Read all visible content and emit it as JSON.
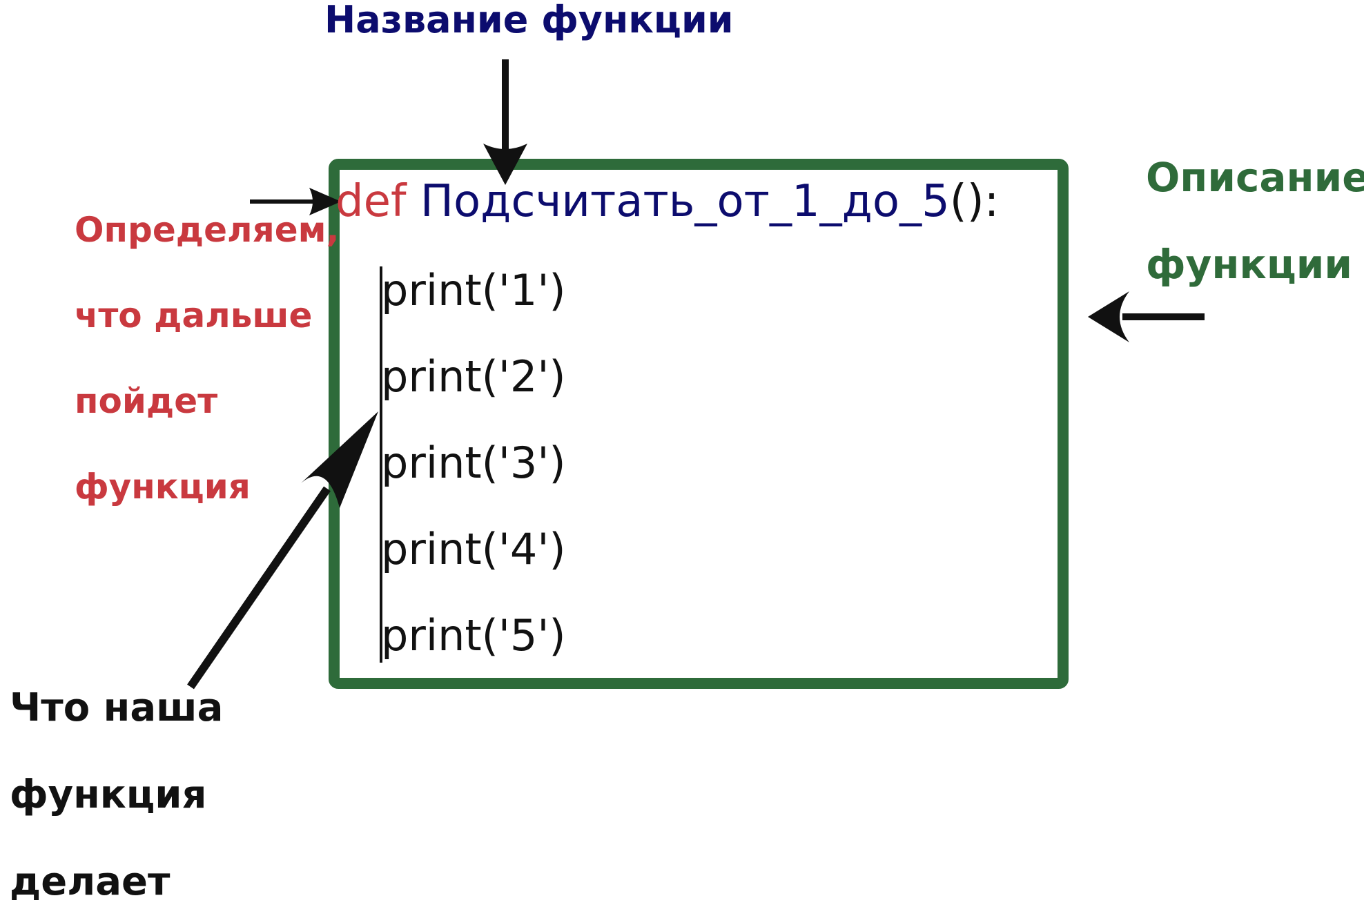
{
  "annotations": {
    "function_name": "Название функции",
    "description": [
      "Описание",
      "функции"
    ],
    "define": [
      "Определяем,",
      "что дальше",
      "пойдет",
      "функция"
    ],
    "does": [
      "Что наша",
      "функция",
      "делает"
    ]
  },
  "code": {
    "def_keyword": "def",
    "function_name": " Подсчитать_от_1_до_5",
    "signature_end": "():",
    "body": [
      "print('1')",
      "print('2')",
      "print('3')",
      "print('4')",
      "print('5')"
    ]
  },
  "colors": {
    "box_border": "#2e6b3a",
    "keyword_red": "#c9393f",
    "name_navy": "#0c0c6e",
    "description_green": "#2f6b3a",
    "text_black": "#111111"
  }
}
